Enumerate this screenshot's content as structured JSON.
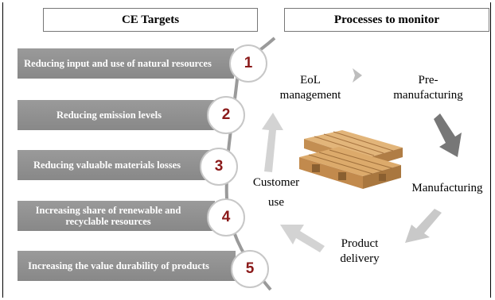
{
  "headers": {
    "left": "CE Targets",
    "right": "Processes to monitor"
  },
  "targets": [
    {
      "number": "1",
      "label": "Reducing input and use of natural resources"
    },
    {
      "number": "2",
      "label": "Reducing emission levels"
    },
    {
      "number": "3",
      "label": "Reducing valuable materials losses"
    },
    {
      "number": "4",
      "label": "Increasing share of renewable and recyclable resources"
    },
    {
      "number": "5",
      "label": "Increasing the value durability of products"
    }
  ],
  "processes": [
    {
      "label": "EoL\nmanagement"
    },
    {
      "label": "Pre-\nmanufacturing"
    },
    {
      "label": "Manufacturing"
    },
    {
      "label": "Product\ndelivery"
    },
    {
      "label": "Customer\nuse"
    }
  ],
  "colors": {
    "bar": "#8f8f8f",
    "number": "#8b1a1a",
    "arrow_dark": "#777777",
    "arrow_light": "#c9c9c9",
    "wood": "#d9a86a"
  },
  "icons": [
    "pallet-icon"
  ]
}
